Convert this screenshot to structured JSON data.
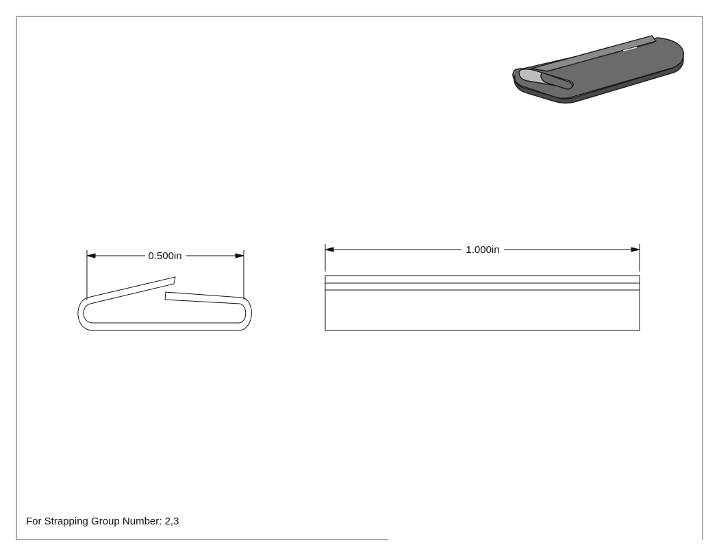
{
  "drawing": {
    "note": "For Strapping Group Number: 2,3",
    "dimensions": {
      "width_label": "0.500in",
      "length_label": "1.000in"
    },
    "colors": {
      "line": "#111111",
      "border": "#555555",
      "iso_dark": "#4a4a4a",
      "iso_mid": "#6b6b6b",
      "iso_light": "#8a8a8a",
      "iso_highlight": "#bdbdbd"
    }
  }
}
